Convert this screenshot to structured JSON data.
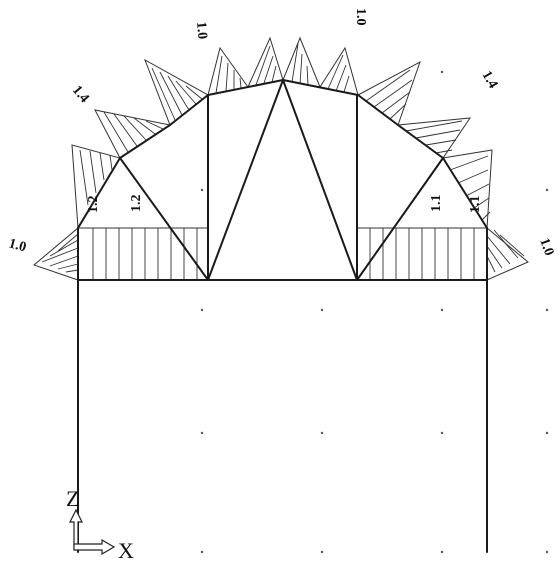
{
  "load_labels": {
    "left_eave": "1.0",
    "left_slope_low": "1.2",
    "left_slope_mid": "1.4",
    "left_crown": "1.0",
    "right_crown": "1.0",
    "right_slope_mid": "1.4",
    "right_slope_low": "1.1",
    "right_eave": "1.0",
    "left_wall": "1.2",
    "right_wall": "1.1"
  },
  "axes": {
    "vertical": "Z",
    "horizontal": "X"
  }
}
